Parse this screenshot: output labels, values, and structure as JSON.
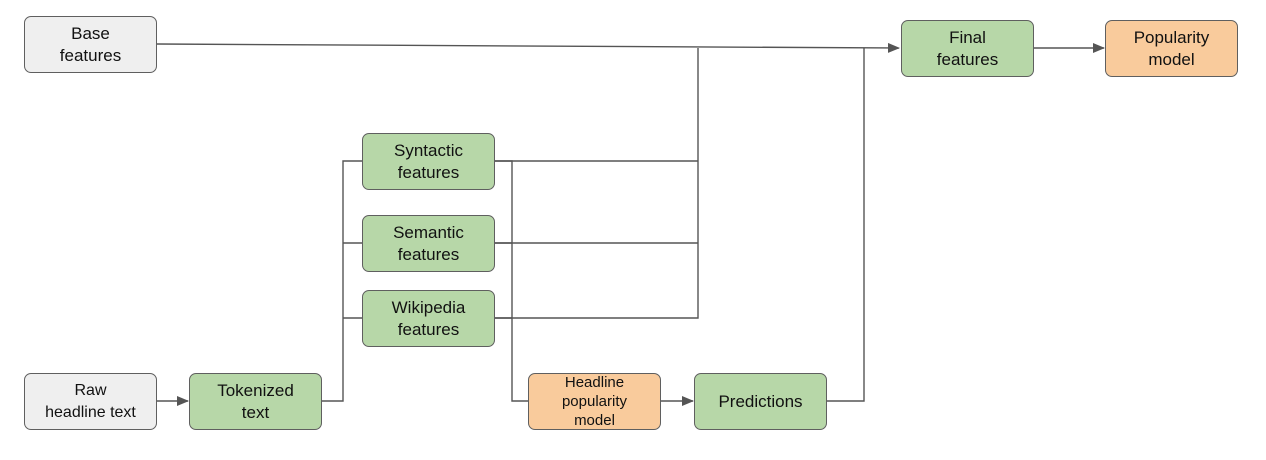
{
  "diagram": {
    "nodes": {
      "base_features": {
        "label": "Base\nfeatures",
        "fill": "#efefef"
      },
      "raw_headline_text": {
        "label": "Raw\nheadline text",
        "fill": "#efefef"
      },
      "tokenized_text": {
        "label": "Tokenized\ntext",
        "fill": "#b7d7a8"
      },
      "syntactic_features": {
        "label": "Syntactic\nfeatures",
        "fill": "#b7d7a8"
      },
      "semantic_features": {
        "label": "Semantic\nfeatures",
        "fill": "#b7d7a8"
      },
      "wikipedia_features": {
        "label": "Wikipedia\nfeatures",
        "fill": "#b7d7a8"
      },
      "headline_popularity_model": {
        "label": "Headline\npopularity\nmodel",
        "fill": "#f9cb9c"
      },
      "predictions": {
        "label": "Predictions",
        "fill": "#b7d7a8"
      },
      "final_features": {
        "label": "Final\nfeatures",
        "fill": "#b7d7a8"
      },
      "popularity_model": {
        "label": "Popularity\nmodel",
        "fill": "#f9cb9c"
      }
    },
    "edges": [
      {
        "from": "base_features",
        "to": "final_features"
      },
      {
        "from": "raw_headline_text",
        "to": "tokenized_text"
      },
      {
        "from": "tokenized_text",
        "to": "syntactic_features"
      },
      {
        "from": "tokenized_text",
        "to": "semantic_features"
      },
      {
        "from": "tokenized_text",
        "to": "wikipedia_features"
      },
      {
        "from": "syntactic_features",
        "to": "final_features"
      },
      {
        "from": "semantic_features",
        "to": "final_features"
      },
      {
        "from": "wikipedia_features",
        "to": "final_features"
      },
      {
        "from": "syntactic_features",
        "to": "headline_popularity_model"
      },
      {
        "from": "semantic_features",
        "to": "headline_popularity_model"
      },
      {
        "from": "wikipedia_features",
        "to": "headline_popularity_model"
      },
      {
        "from": "headline_popularity_model",
        "to": "predictions"
      },
      {
        "from": "predictions",
        "to": "final_features"
      },
      {
        "from": "final_features",
        "to": "popularity_model"
      }
    ],
    "colors": {
      "line": "#555555",
      "border": "#5f5f5f"
    }
  }
}
